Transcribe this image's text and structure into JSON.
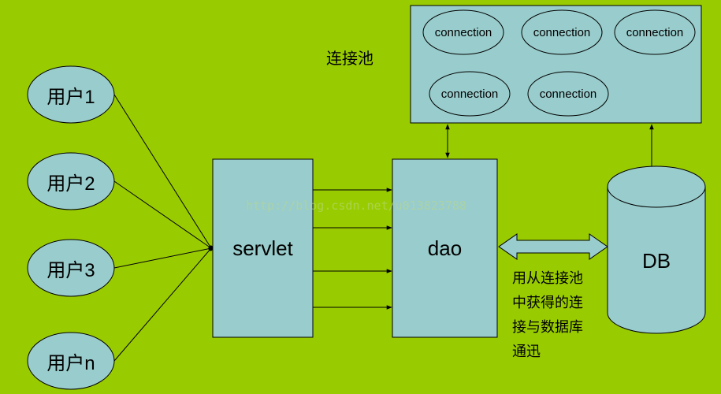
{
  "pool_label": "连接池",
  "connections": [
    "connection",
    "connection",
    "connection",
    "connection",
    "connection"
  ],
  "users": [
    "用户1",
    "用户2",
    "用户3",
    "用户n"
  ],
  "servlet_label": "servlet",
  "dao_label": "dao",
  "db_label": "DB",
  "note_lines": [
    "用从连接池",
    "中获得的连",
    "接与数据库",
    "通迅"
  ],
  "watermark": "http://blog.csdn.net/u013823788",
  "colors": {
    "background": "#99cc00",
    "shape_fill": "#99cccc",
    "stroke": "#000000"
  }
}
